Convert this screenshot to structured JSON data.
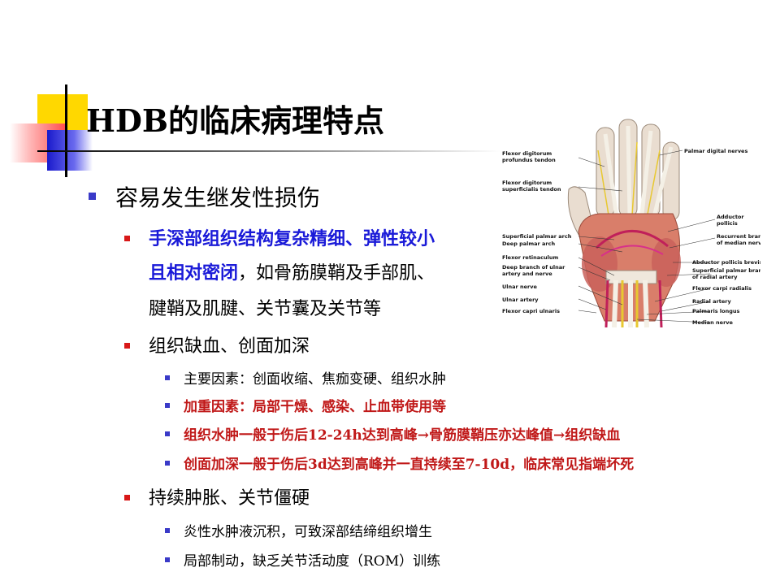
{
  "slide": {
    "title": "HDB的临床病理特点",
    "items": [
      {
        "level": 1,
        "text": "容易发生继发性损伤"
      },
      {
        "level": 2,
        "text_blue": "手深部组织结构复杂精细、弹性较小",
        "text_blue2": "且相对密闭",
        "text_rest": "，如骨筋膜鞘及手部肌、",
        "text_rest2": "腱鞘及肌腱、关节囊及关节等"
      },
      {
        "level": 2,
        "text": "组织缺血、创面加深"
      },
      {
        "level": 3,
        "text": "主要因素：创面收缩、焦痂变硬、组织水肿"
      },
      {
        "level": 3,
        "text": "加重因素：局部干燥、感染、止血带使用等",
        "color": "#c01818"
      },
      {
        "level": 3,
        "text": "组织水肿一般于伤后12-24h达到高峰→骨筋膜鞘压亦达峰值→组织缺血",
        "color": "#c01818"
      },
      {
        "level": 3,
        "text": "创面加深一般于伤后3d达到高峰并一直持续至7-10d，临床常见指端坏死",
        "color": "#c01818"
      },
      {
        "level": 2,
        "text": "持续肿胀、关节僵硬"
      },
      {
        "level": 3,
        "text": "炎性水肿液沉积，可致深部结缔组织增生"
      },
      {
        "level": 3,
        "text": "局部制动，缺乏关节活动度（ROM）训练"
      }
    ]
  },
  "figure": {
    "labels_left": [
      "Flexor digitorum",
      "profundus tendon",
      "Flexor digitorum",
      "superficialis tendon",
      "Superficial palmar arch",
      "Deep palmar arch",
      "Flexor retinaculum",
      "Deep branch of ulnar",
      "artery and nerve",
      "Ulnar nerve",
      "Ulnar artery",
      "Flexor capri ulnaris"
    ],
    "labels_right": [
      "Palmar digital nerves",
      "Adductor",
      "pollicis",
      "Recurrent branch",
      "of median nerve",
      "Abductor pollicis brevis",
      "Superficial palmar branch",
      "of radial artery",
      "Flexor carpi radialis",
      "Radial artery",
      "Palmaris longus",
      "Median nerve"
    ]
  },
  "colors": {
    "bullet_blue": "#3a3ac8",
    "bullet_red": "#d81818",
    "emphasis_blue": "#1a1ad8",
    "emphasis_red": "#c01818",
    "deco_yellow": "#ffd800"
  }
}
